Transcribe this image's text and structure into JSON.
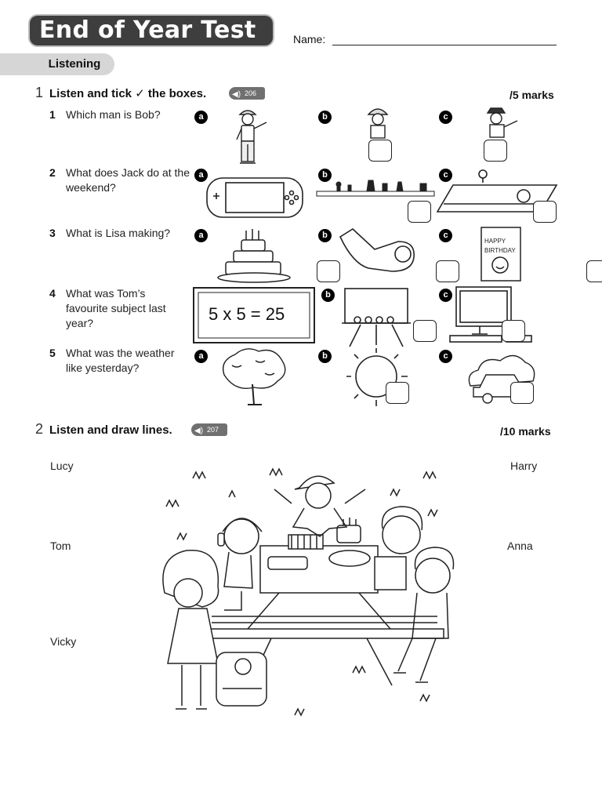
{
  "header": {
    "title": "End of Year Test",
    "name_label": "Name:"
  },
  "section": {
    "label": "Listening"
  },
  "exercise1": {
    "number": "1",
    "instruction": "Listen and tick ✓ the boxes.",
    "audio_track": "206",
    "marks": "/5 marks",
    "questions": [
      {
        "number": "1",
        "text": "Which man is Bob?"
      },
      {
        "number": "2",
        "text": "What does Jack do at the weekend?"
      },
      {
        "number": "3",
        "text": "What is Lisa making?"
      },
      {
        "number": "4",
        "text": "What was Tom’s favourite subject last year?"
      },
      {
        "number": "5",
        "text": "What was the weather like yesterday?"
      }
    ],
    "options": [
      "a",
      "b",
      "c"
    ],
    "birthday_card_text": [
      "HAPPY",
      "BIRTHDAY"
    ],
    "sum_text": "5 x 5 = 25"
  },
  "exercise2": {
    "number": "2",
    "instruction": "Listen and draw lines.",
    "audio_track": "207",
    "marks": "/10 marks",
    "names_left": [
      "Lucy",
      "Tom",
      "Vicky"
    ],
    "names_right": [
      "Harry",
      "Anna"
    ]
  }
}
